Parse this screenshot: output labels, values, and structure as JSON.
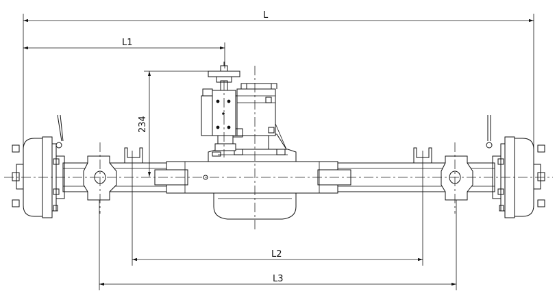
{
  "dimensions": {
    "overall_length": "L",
    "l1": "L1",
    "l2": "L2",
    "l3": "L3",
    "height": "234"
  }
}
